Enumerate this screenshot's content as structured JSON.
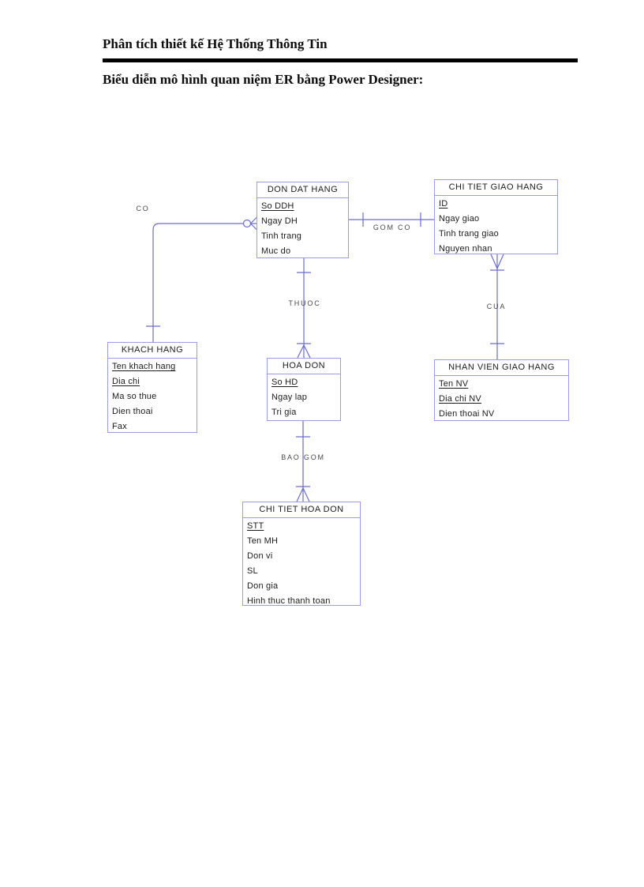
{
  "document": {
    "header_title": "Phân tích thiết kế Hệ Thống Thông Tin",
    "section_title": "Biểu diễn mô hình quan niệm ER bằng Power Designer:"
  },
  "diagram": {
    "entities": [
      {
        "name": "DON DAT HANG",
        "attributes": [
          {
            "label": "So DDH",
            "identifier": true
          },
          {
            "label": "Ngay DH",
            "identifier": false
          },
          {
            "label": "Tinh trang",
            "identifier": false
          },
          {
            "label": "Muc do",
            "identifier": false
          }
        ]
      },
      {
        "name": "CHI TIET GIAO HANG",
        "attributes": [
          {
            "label": "ID",
            "identifier": true
          },
          {
            "label": "Ngay giao",
            "identifier": false
          },
          {
            "label": "Tinh trang giao",
            "identifier": false
          },
          {
            "label": "Nguyen nhan",
            "identifier": false
          }
        ]
      },
      {
        "name": "KHACH HANG",
        "attributes": [
          {
            "label": "Ten khach hang",
            "identifier": true
          },
          {
            "label": "Dia chi",
            "identifier": true
          },
          {
            "label": "Ma so thue",
            "identifier": false
          },
          {
            "label": "Dien thoai",
            "identifier": false
          },
          {
            "label": "Fax",
            "identifier": false
          }
        ]
      },
      {
        "name": "HOA DON",
        "attributes": [
          {
            "label": "So HD",
            "identifier": true
          },
          {
            "label": "Ngay lap",
            "identifier": false
          },
          {
            "label": "Tri gia",
            "identifier": false
          }
        ]
      },
      {
        "name": "NHAN VIEN GIAO HANG",
        "attributes": [
          {
            "label": "Ten NV",
            "identifier": true
          },
          {
            "label": "Dia chi NV",
            "identifier": true
          },
          {
            "label": "Dien thoai NV",
            "identifier": false
          }
        ]
      },
      {
        "name": "CHI TIET HOA DON",
        "attributes": [
          {
            "label": "STT",
            "identifier": true
          },
          {
            "label": "Ten MH",
            "identifier": false
          },
          {
            "label": "Don vi",
            "identifier": false
          },
          {
            "label": "SL",
            "identifier": false
          },
          {
            "label": "Don gia",
            "identifier": false
          },
          {
            "label": "Hinh thuc thanh toan",
            "identifier": false
          }
        ]
      }
    ],
    "relationships": [
      {
        "label": "CO",
        "between": [
          "KHACH HANG",
          "DON DAT HANG"
        ]
      },
      {
        "label": "GOM CO",
        "between": [
          "DON DAT HANG",
          "CHI TIET GIAO HANG"
        ]
      },
      {
        "label": "THUOC",
        "between": [
          "DON DAT HANG",
          "HOA DON"
        ]
      },
      {
        "label": "CUA",
        "between": [
          "CHI TIET GIAO HANG",
          "NHAN VIEN GIAO HANG"
        ]
      },
      {
        "label": "BAO GOM",
        "between": [
          "HOA DON",
          "CHI TIET HOA DON"
        ]
      }
    ],
    "colors": {
      "entity_border": "#9a9aee",
      "connector_line": "#6a6ad4",
      "relationship_label": "#4a4a4a",
      "attribute_text": "#1c1c1c"
    }
  }
}
